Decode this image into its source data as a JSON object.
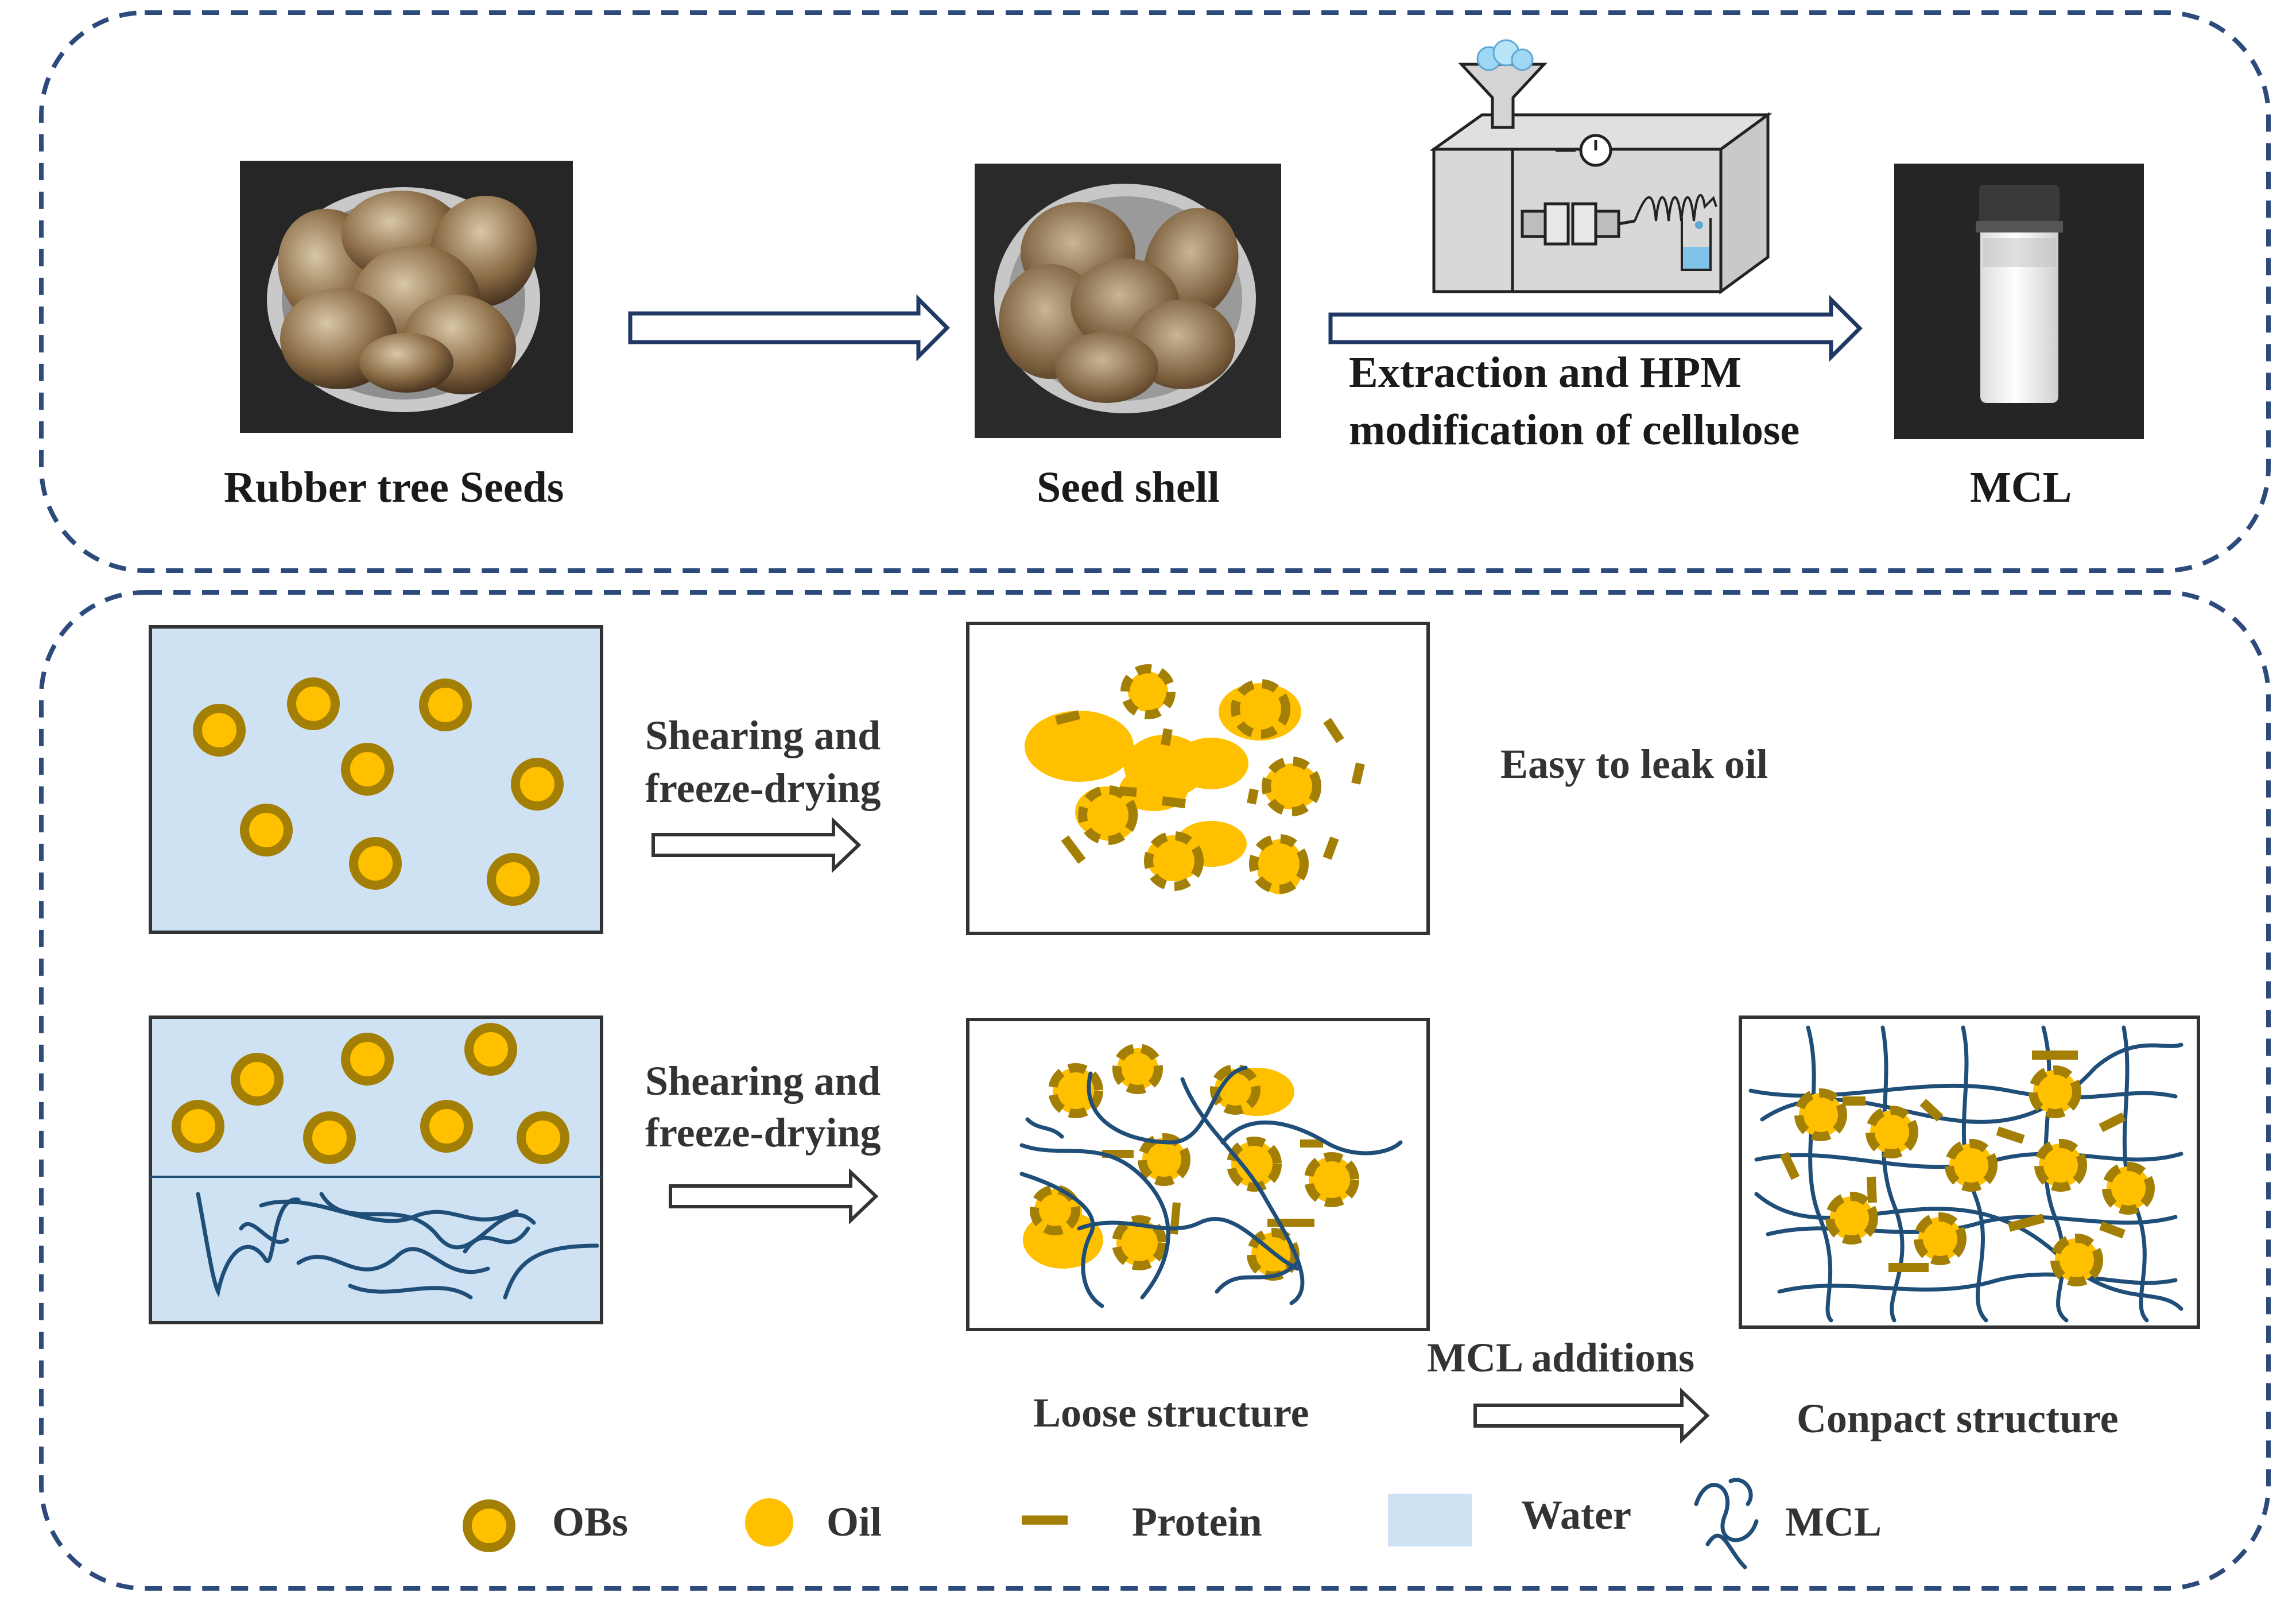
{
  "top_panel": {
    "seeds_label": "Rubber tree Seeds",
    "shell_label": "Seed shell",
    "process_line1": "Extraction and HPM",
    "process_line2": "modification of cellulose",
    "mcl_label": "MCL"
  },
  "bottom_panel": {
    "row1_arrow_line1": "Shearing and",
    "row1_arrow_line2": "freeze-drying",
    "row1_result": "Easy to leak oil",
    "row2_arrow_line1": "Shearing and",
    "row2_arrow_line2": "freeze-drying",
    "loose_label": "Loose structure",
    "addition_label": "MCL additions",
    "compact_label": "Conpact structure"
  },
  "legend": {
    "obs": "OBs",
    "oil": "Oil",
    "protein": "Protein",
    "water": "Water",
    "mcl": "MCL"
  },
  "colors": {
    "frame_dash": "#2c4a7c",
    "water": "#cfe2f3",
    "oil": "#ffc000",
    "shell": "#a47f05",
    "fiber": "#1f4e79",
    "arrow": "#1f3864"
  }
}
